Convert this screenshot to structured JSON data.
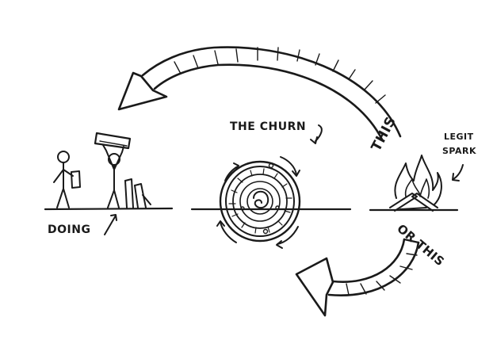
{
  "colors": {
    "ink": "#1a1a1a",
    "paper": "#ffffff"
  },
  "labels": {
    "the_churn": "THE CHURN",
    "this": "THIS",
    "legit_spark_line1": "LEGIT",
    "legit_spark_line2": "SPARK",
    "doing": "DOING",
    "or_this": "OR THIS"
  },
  "icons": {
    "stick-figures": "two stick figures lifting a beam",
    "churn-vortex": "swirling circular churn",
    "campfire": "campfire with flames and logs"
  }
}
